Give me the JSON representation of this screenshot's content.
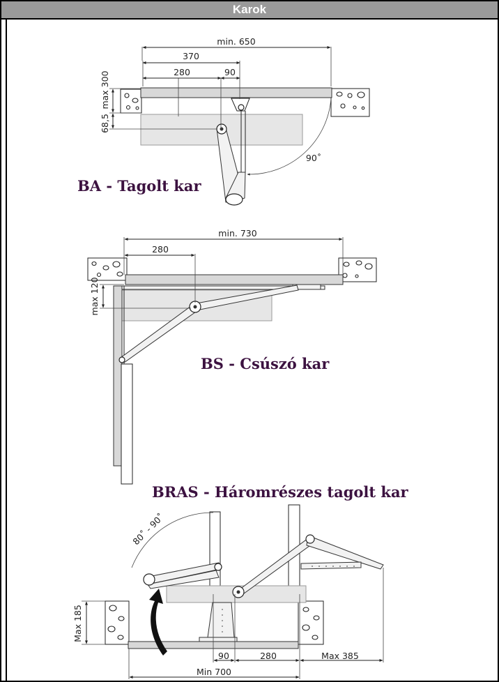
{
  "header": {
    "title": "Karok"
  },
  "ba": {
    "caption": "BA - Tagolt kar",
    "dims": {
      "min_width": "min. 650",
      "w370": "370",
      "w280": "280",
      "w90": "90",
      "max300": "max 300",
      "h68": "68,5",
      "angle": "90˚"
    }
  },
  "bs": {
    "caption": "BS - Csúszó kar",
    "dims": {
      "min_width": "min. 730",
      "w280": "280",
      "max120": "max 120"
    }
  },
  "bras": {
    "caption": "BRAS - Háromrészes tagolt kar",
    "dims": {
      "angle": "80˚ - 90˚",
      "max185": "Max 185",
      "w90": "90",
      "w280": "280",
      "max385": "Max 385",
      "min700": "Min 700"
    }
  },
  "colors": {
    "header_bg": "#9a9a9a",
    "caption": "#3c1240"
  }
}
